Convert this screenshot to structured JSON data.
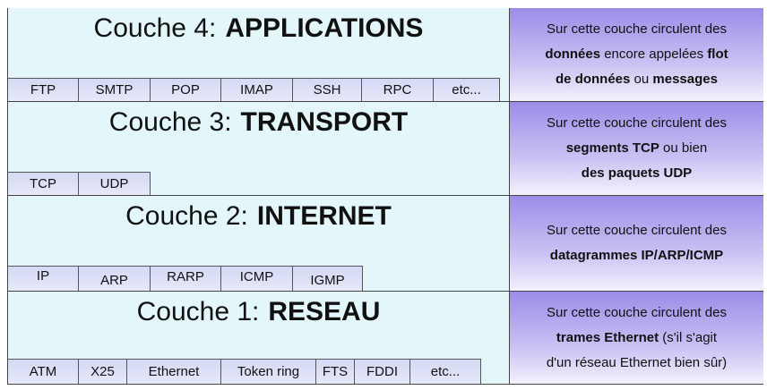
{
  "layers": [
    {
      "prefix": "Couche 4:",
      "name": "APPLICATIONS",
      "protocols": [
        "FTP",
        "SMTP",
        "POP",
        "IMAP",
        "SSH",
        "RPC",
        "etc..."
      ],
      "desc": [
        [
          "Sur cette couche circulent des",
          ""
        ],
        [
          "",
          "données"
        ],
        [
          " encore appelées ",
          ""
        ],
        [
          "",
          "flot"
        ],
        [
          "",
          "de données"
        ],
        [
          " ou ",
          ""
        ],
        [
          "",
          "messages"
        ]
      ]
    },
    {
      "prefix": "Couche 3:",
      "name": "TRANSPORT",
      "protocols": [
        "TCP",
        "UDP"
      ]
    },
    {
      "prefix": "Couche 2:",
      "name": "INTERNET",
      "protocols": [
        "IP",
        "ARP",
        "RARP",
        "ICMP",
        "IGMP"
      ]
    },
    {
      "prefix": "Couche 1:",
      "name": "RESEAU",
      "protocols": [
        "ATM",
        "X25",
        "Ethernet",
        "Token ring",
        "FTS",
        "FDDI",
        "etc..."
      ]
    }
  ],
  "descriptions": {
    "l4": {
      "a": "Sur cette couche circulent des",
      "b": "données",
      "c": " encore appelées ",
      "d": "flot",
      "e": "de données",
      "f": " ou ",
      "g": "messages"
    },
    "l3": {
      "a": "Sur cette couche circulent des",
      "b": "segments TCP",
      "c": " ou bien",
      "d": "des paquets UDP"
    },
    "l2": {
      "a": "Sur cette couche circulent des",
      "b": "datagrammes IP/ARP/ICMP"
    },
    "l1": {
      "a": "Sur cette couche circulent des",
      "b": "trames Ethernet",
      "c": " (s'il s'agit",
      "d": "d'un réseau Ethernet bien sûr)"
    }
  },
  "colors": {
    "layer_bg": "#e3f7fb",
    "protocol_bg": "#d4d8f3",
    "desc_bg": "#9a8de8"
  }
}
